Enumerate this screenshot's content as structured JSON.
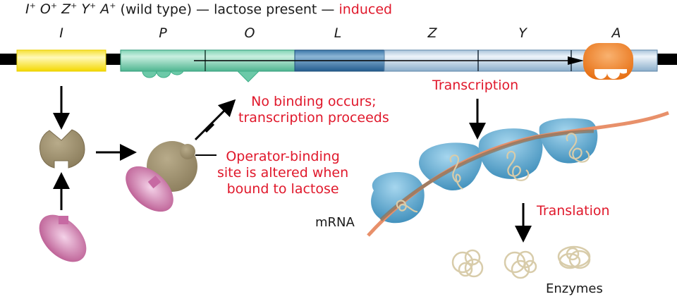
{
  "title": {
    "genotype": [
      {
        "gene": "I",
        "allele": "+"
      },
      {
        "gene": "O",
        "allele": "+"
      },
      {
        "gene": "Z",
        "allele": "+"
      },
      {
        "gene": "Y",
        "allele": "+"
      },
      {
        "gene": "A",
        "allele": "+"
      }
    ],
    "description": "(wild type) — lactose present —",
    "state": "induced"
  },
  "operon": {
    "regions": [
      {
        "label": "I",
        "color": "#f7e21a"
      },
      {
        "label": "P",
        "color": "#6cc9a8"
      },
      {
        "label": "O",
        "color": "#6cc9a8"
      },
      {
        "label": "L",
        "color": "#3f7fb0"
      },
      {
        "label": "Z",
        "color": "#b7cde0"
      },
      {
        "label": "Y",
        "color": "#b7cde0"
      },
      {
        "label": "A",
        "color": "#b7cde0"
      }
    ]
  },
  "labels": {
    "no_binding": [
      "No binding occurs;",
      "transcription proceeds"
    ],
    "operator_site": [
      "Operator-binding",
      "site is altered when",
      "bound to lactose"
    ],
    "transcription": "Transcription",
    "translation": "Translation",
    "mrna": "mRNA",
    "enzymes": "Enzymes"
  },
  "colors": {
    "red_text": "#e0182b",
    "repressor": "#a89a78",
    "inducer": "#c76aa3",
    "ribosome": "#5aa8cf",
    "mrna": "#e8906a",
    "rna_polymerase": "#f08a2c",
    "enzyme_chain": "#d8ccaa"
  }
}
